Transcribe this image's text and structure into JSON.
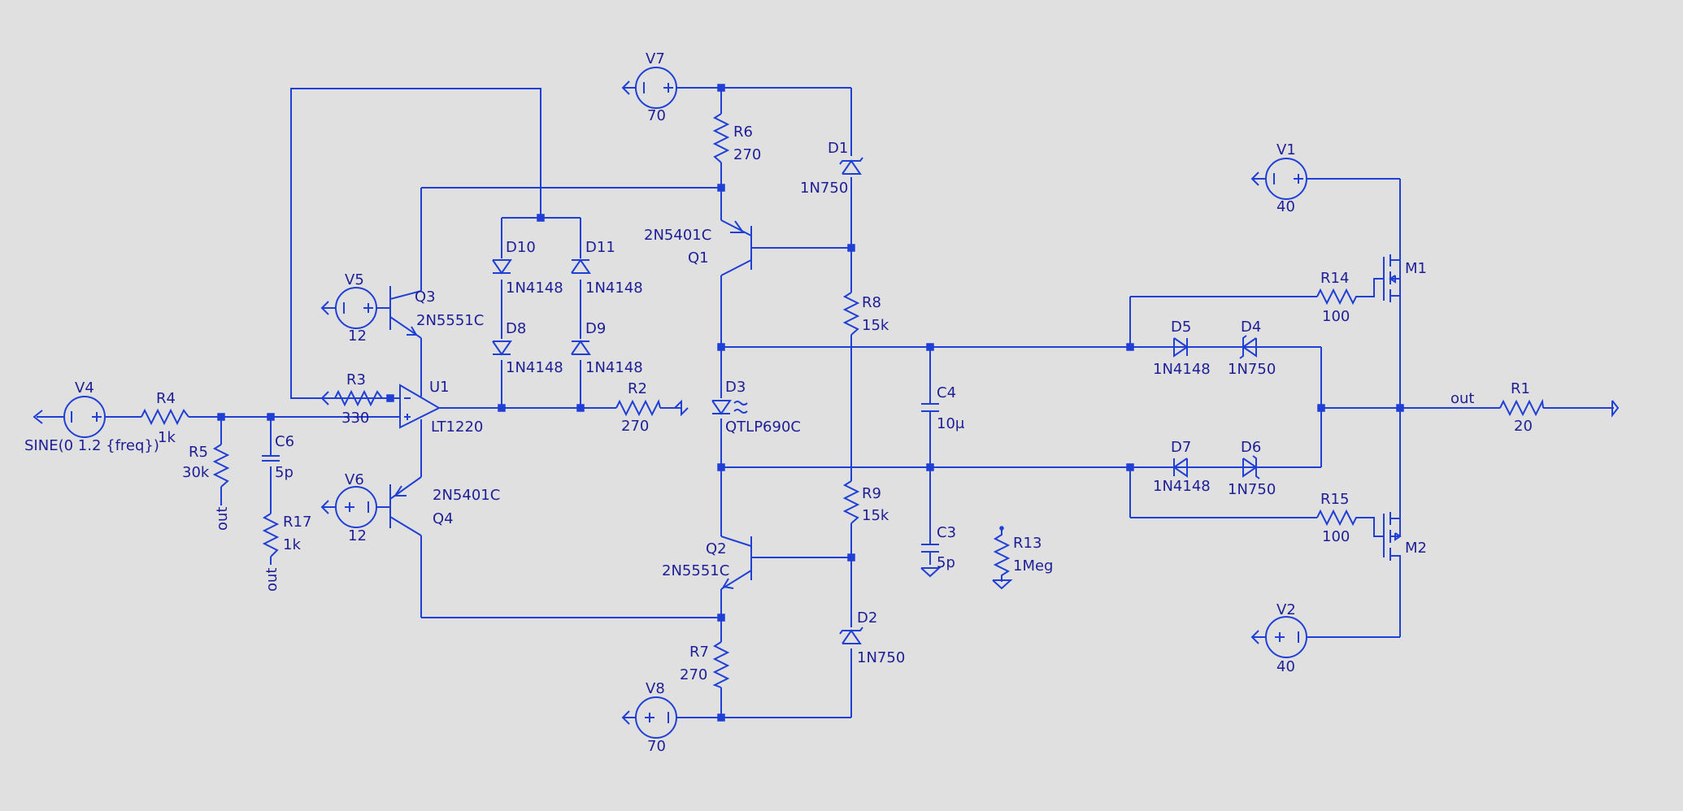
{
  "schematic": {
    "components": {
      "V1": {
        "name": "V1",
        "value": "40"
      },
      "V2": {
        "name": "V2",
        "value": "40"
      },
      "V4": {
        "name": "V4",
        "value": "SINE(0 1.2 {freq})"
      },
      "V5": {
        "name": "V5",
        "value": "12"
      },
      "V6": {
        "name": "V6",
        "value": "12"
      },
      "V7": {
        "name": "V7",
        "value": "70"
      },
      "V8": {
        "name": "V8",
        "value": "70"
      },
      "R1": {
        "name": "R1",
        "value": "20"
      },
      "R2": {
        "name": "R2",
        "value": "270"
      },
      "R3": {
        "name": "R3",
        "value": "330"
      },
      "R4": {
        "name": "R4",
        "value": "1k"
      },
      "R5": {
        "name": "R5",
        "value": "30k"
      },
      "R6": {
        "name": "R6",
        "value": "270"
      },
      "R7": {
        "name": "R7",
        "value": "270"
      },
      "R8": {
        "name": "R8",
        "value": "15k"
      },
      "R9": {
        "name": "R9",
        "value": "15k"
      },
      "R13": {
        "name": "R13",
        "value": "1Meg"
      },
      "R14": {
        "name": "R14",
        "value": "100"
      },
      "R15": {
        "name": "R15",
        "value": "100"
      },
      "R17": {
        "name": "R17",
        "value": "1k"
      },
      "C3": {
        "name": "C3",
        "value": "5p"
      },
      "C4": {
        "name": "C4",
        "value": "10μ"
      },
      "C6": {
        "name": "C6",
        "value": "5p"
      },
      "D1": {
        "name": "D1",
        "value": "1N750"
      },
      "D2": {
        "name": "D2",
        "value": "1N750"
      },
      "D3": {
        "name": "D3",
        "value": "QTLP690C"
      },
      "D4": {
        "name": "D4",
        "value": "1N750"
      },
      "D5": {
        "name": "D5",
        "value": "1N4148"
      },
      "D6": {
        "name": "D6",
        "value": "1N750"
      },
      "D7": {
        "name": "D7",
        "value": "1N4148"
      },
      "D8": {
        "name": "D8",
        "value": "1N4148"
      },
      "D9": {
        "name": "D9",
        "value": "1N4148"
      },
      "D10": {
        "name": "D10",
        "value": "1N4148"
      },
      "D11": {
        "name": "D11",
        "value": "1N4148"
      },
      "Q1": {
        "name": "Q1",
        "value": "2N5401C"
      },
      "Q2": {
        "name": "Q2",
        "value": "2N5551C"
      },
      "Q3": {
        "name": "Q3",
        "value": "2N5551C"
      },
      "Q4": {
        "name": "Q4",
        "value": "2N5401C"
      },
      "U1": {
        "name": "U1",
        "value": "LT1220"
      },
      "M1": {
        "name": "M1"
      },
      "M2": {
        "name": "M2"
      }
    },
    "net_labels": {
      "out_main": "out",
      "out_r5": "out",
      "out_r17": "out"
    },
    "colors": {
      "wire": "#1f3fd6",
      "text": "#1e1e96",
      "background": "#e0e0e0"
    }
  }
}
